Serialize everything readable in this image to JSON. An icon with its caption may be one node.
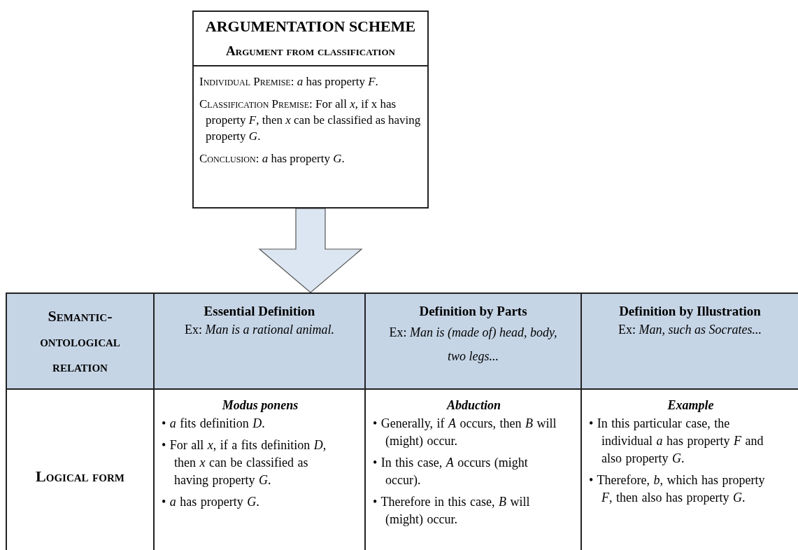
{
  "diagram": {
    "nodes": [
      {
        "text": [
          "ARGUMENTATION SCHEME",
          "Argument from classification",
          "Individual Premise: *a* has property *F*.",
          "Classification Premise: For all *x*, if x has property *F*, then *x* can be classified as having property *G*.",
          "Conclusion: *a* has property *G*."
        ]
      },
      {
        "text": [],
        "shape": "box"
      },
      {
        "text": [
          "Semantic-ontological relation"
        ],
        "in": 1
      },
      {
        "text": [
          "Essential Definition",
          "Ex: *Man is a rational animal.*"
        ],
        "in": 1
      },
      {
        "text": [
          "Definition by Parts",
          "Ex: *Man is (made of) head, body, two legs...*"
        ],
        "in": 1
      },
      {
        "text": [
          "Definition by Illustration",
          "Ex: *Man, such as Socrates...*"
        ],
        "in": 1
      },
      {
        "text": [
          "Logical form"
        ],
        "in": 1
      },
      {
        "text": [
          "Modus ponens",
          "• *a* fits definition *D*.",
          "• For all *x*, if a fits definition *D*, then *x* can be classified as having property *G*.",
          "• *a* has property *G*."
        ],
        "in": 1
      },
      {
        "text": [
          "Abduction",
          "• Generally, if *A* occurs, then *B* will (might) occur.",
          "• In this case, *A* occurs (might occur).",
          "• Therefore in this case, *B* will (might) occur."
        ],
        "in": 1
      },
      {
        "text": [
          "Example",
          "• In this particular case, the individual *a* has property *F* and also property *G*.",
          "• Therefore, *b*, which has property *F*, then also has property *G*."
        ],
        "in": 1
      }
    ],
    "edges": [
      {
        "from": 0,
        "to": 1,
        "arrow": "to",
        "style": "thick"
      }
    ]
  }
}
